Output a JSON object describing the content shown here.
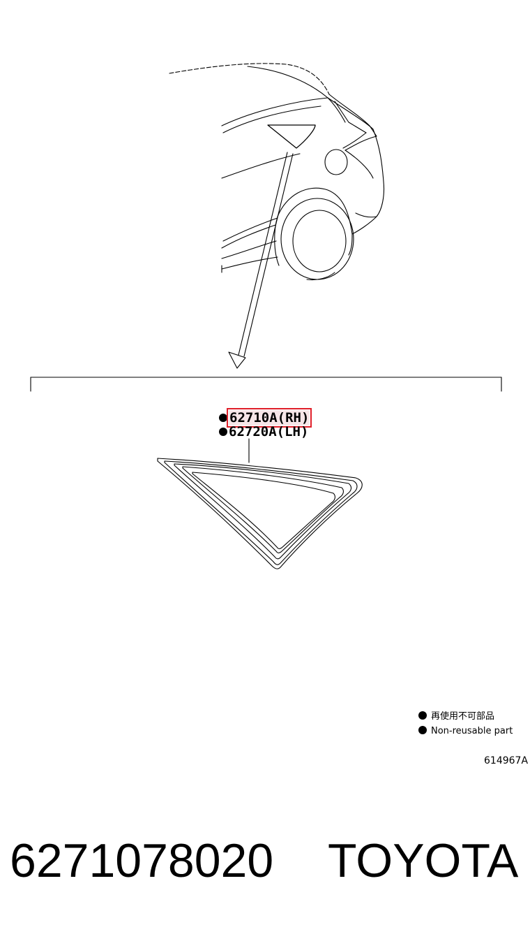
{
  "callouts": {
    "rh": "62710A(RH)",
    "lh": "62720A(LH)"
  },
  "legend": {
    "japanese": "再使用不可部品",
    "english": "Non-reusable part"
  },
  "reference_code": "614967A",
  "footer": {
    "part_number": "6271078020",
    "brand": "TOYOTA"
  },
  "colors": {
    "highlight_border": "#e0202a",
    "line": "#000000"
  }
}
